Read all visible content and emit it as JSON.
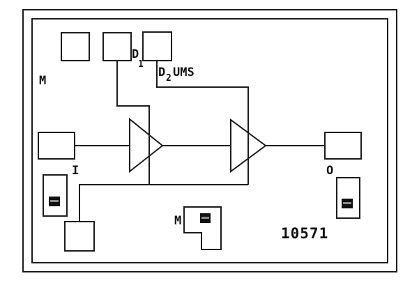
{
  "labels": {
    "mount_top": "M",
    "d1_base": "D",
    "d1_sub": "1",
    "d2_base": "D",
    "d2_sub": "2",
    "d2_suffix": "UMS",
    "input": "I",
    "output": "O",
    "mount_bottom": "M",
    "part_number": "10571"
  },
  "colors": {
    "line": "#1c1c1c",
    "background": "#ffffff",
    "via_fill": "#111111",
    "via_slit": "#8a8a8a"
  }
}
